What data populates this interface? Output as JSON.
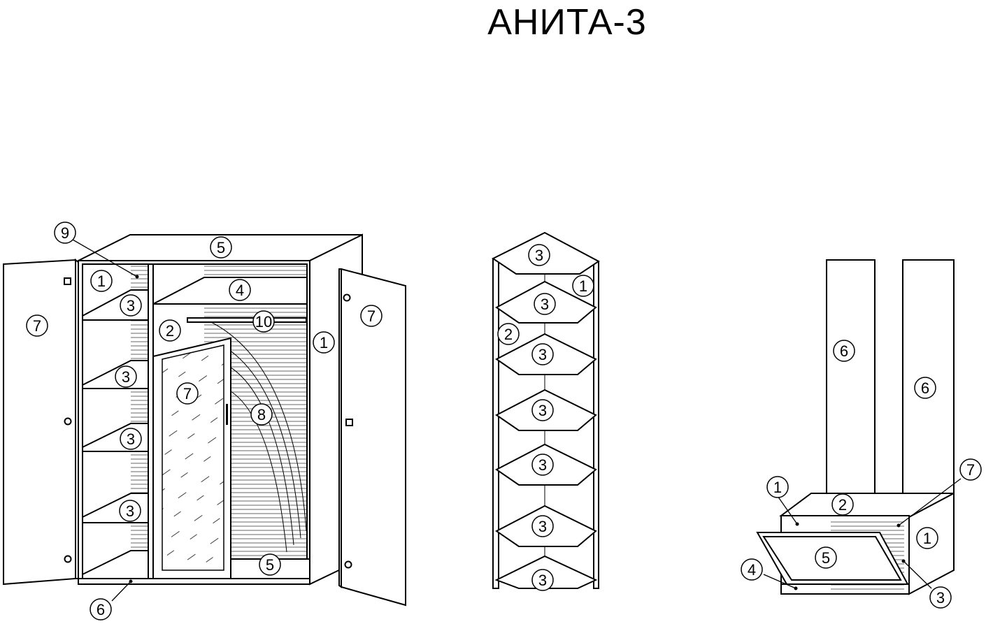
{
  "title": "АНИТА-3",
  "wardrobe": {
    "callouts": [
      "9",
      "5",
      "1",
      "3",
      "4",
      "2",
      "10",
      "7",
      "1",
      "7",
      "3",
      "7",
      "8",
      "3",
      "3",
      "5",
      "6"
    ]
  },
  "corner_shelf": {
    "callouts": [
      "3",
      "1",
      "3",
      "2",
      "3",
      "3",
      "3",
      "3",
      "3"
    ]
  },
  "shoe_cabinet": {
    "callouts": [
      "6",
      "6",
      "1",
      "2",
      "7",
      "1",
      "5",
      "4",
      "3"
    ]
  }
}
